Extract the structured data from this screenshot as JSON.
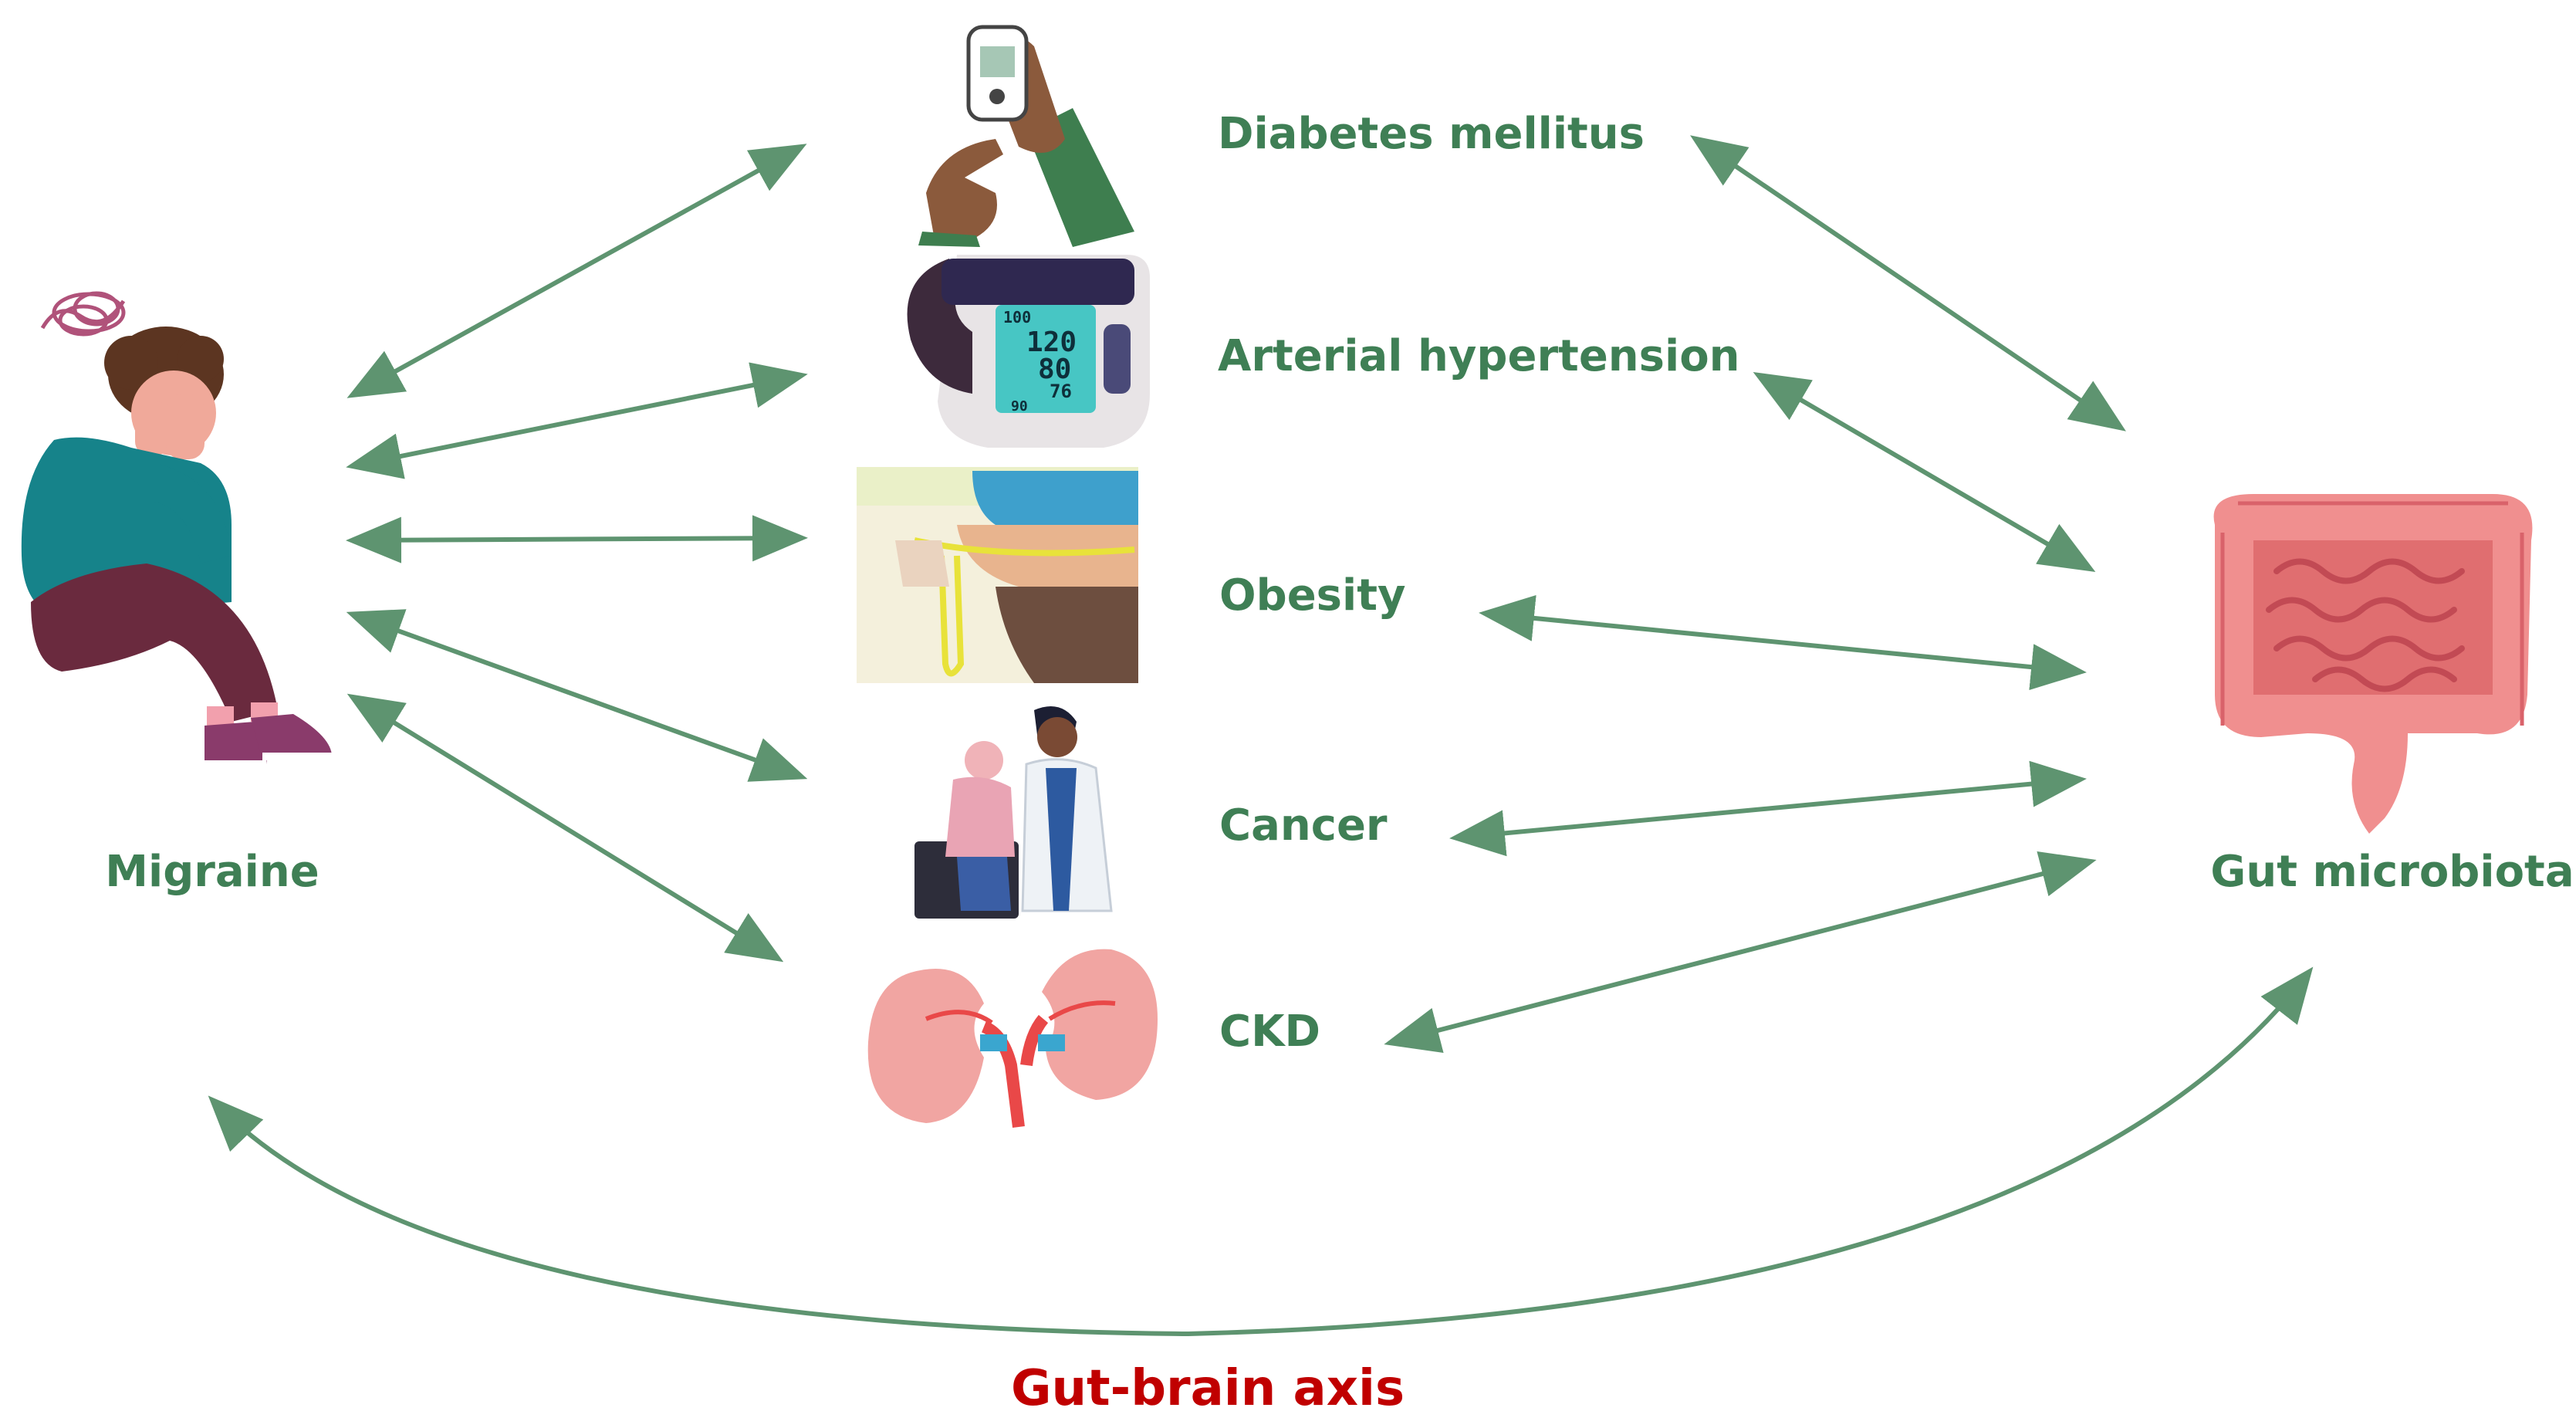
{
  "labels": {
    "migraine": "Migraine",
    "gut_microbiota": "Gut microbiota",
    "diabetes": "Diabetes mellitus",
    "hypertension": "Arterial hypertension",
    "obesity": "Obesity",
    "cancer": "Cancer",
    "ckd": "CKD",
    "axis": "Gut-brain axis"
  },
  "monitor": {
    "sys": "120",
    "dia": "80",
    "pul": "76",
    "top": "100",
    "bottom": "90"
  },
  "colors": {
    "label_green": "#3f7f55",
    "arrow_green": "#5e9470",
    "axis_red": "#c00000"
  },
  "icons": [
    "glucose-meter-icon",
    "blood-pressure-monitor-icon",
    "waist-measure-photo",
    "cancer-patient-doctor-icon",
    "kidneys-icon",
    "distressed-person-icon",
    "intestine-icon"
  ]
}
